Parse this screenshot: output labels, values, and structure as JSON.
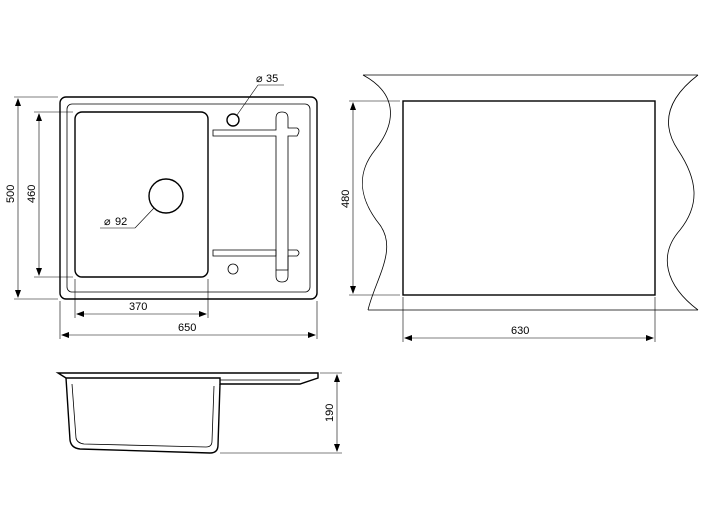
{
  "top_view": {
    "dim_total_width": "650",
    "dim_total_height": "500",
    "dim_bowl_width": "370",
    "dim_bowl_height": "460",
    "dim_drain": "92",
    "dim_tap_hole": "35"
  },
  "cutout_view": {
    "dim_width": "630",
    "dim_height": "480"
  },
  "side_view": {
    "dim_depth": "190"
  }
}
